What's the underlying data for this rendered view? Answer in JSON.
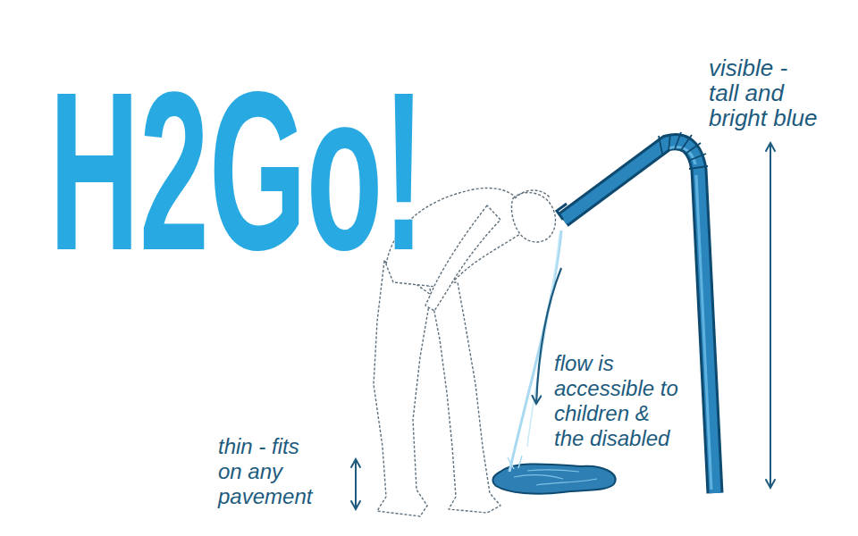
{
  "diagram": {
    "title": "H2Go!",
    "labels": [
      "visible - tall and bright blue",
      "flow is accessible to children & the disabled",
      "thin - fits on any pavement"
    ]
  }
}
